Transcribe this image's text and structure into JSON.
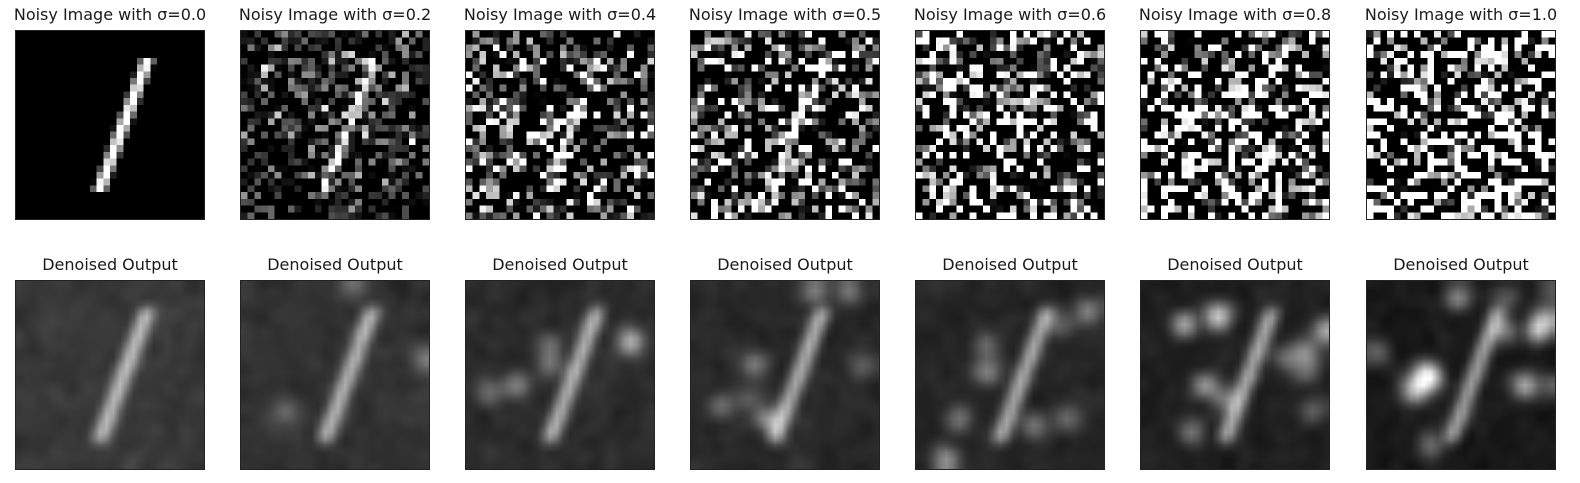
{
  "figure": {
    "noisy_row": [
      {
        "title": "Noisy Image with σ=0.0",
        "sigma": 0.0
      },
      {
        "title": "Noisy Image with σ=0.2",
        "sigma": 0.2
      },
      {
        "title": "Noisy Image with σ=0.4",
        "sigma": 0.4
      },
      {
        "title": "Noisy Image with σ=0.5",
        "sigma": 0.5
      },
      {
        "title": "Noisy Image with σ=0.6",
        "sigma": 0.6
      },
      {
        "title": "Noisy Image with σ=0.8",
        "sigma": 0.8
      },
      {
        "title": "Noisy Image with σ=1.0",
        "sigma": 1.0
      }
    ],
    "denoised_row": [
      {
        "title": "Denoised Output",
        "sigma": 0.0
      },
      {
        "title": "Denoised Output",
        "sigma": 0.2
      },
      {
        "title": "Denoised Output",
        "sigma": 0.4
      },
      {
        "title": "Denoised Output",
        "sigma": 0.5
      },
      {
        "title": "Denoised Output",
        "sigma": 0.6
      },
      {
        "title": "Denoised Output",
        "sigma": 0.8
      },
      {
        "title": "Denoised Output",
        "sigma": 1.0
      }
    ],
    "colormap": "grayscale",
    "digit_depicted": "1"
  }
}
